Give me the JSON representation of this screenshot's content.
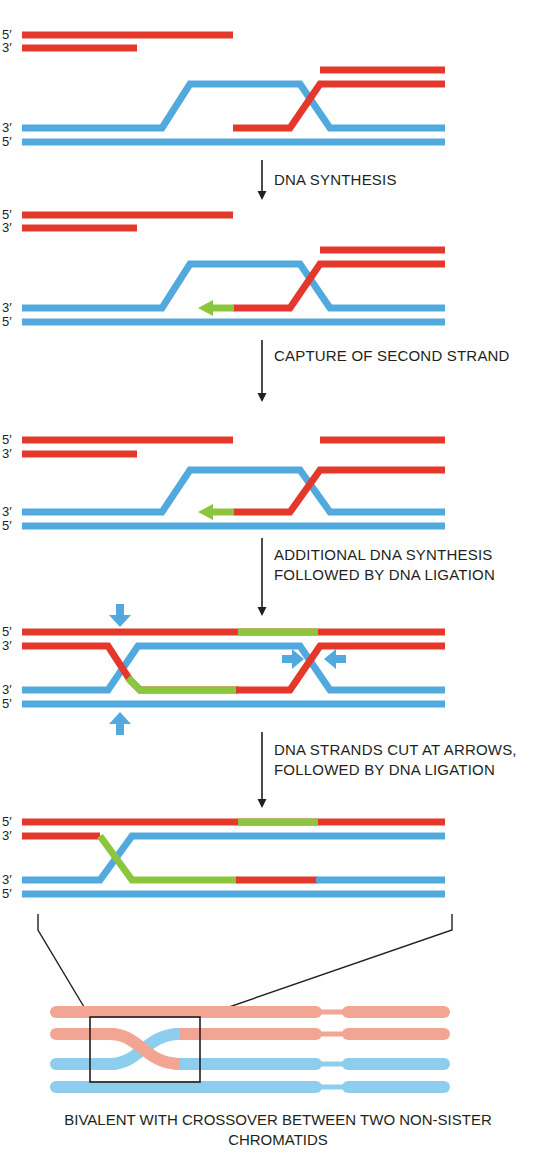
{
  "diagram": {
    "caption": "BIVALENT WITH CROSSOVER BETWEEN TWO NON-SISTER CHROMATIDS",
    "labels": [
      "5′",
      "3′",
      "3′",
      "5′",
      "DNA SYNTHESIS",
      "5′",
      "3′",
      "3′",
      "5′",
      "CAPTURE OF SECOND STRAND",
      "5′",
      "3′",
      "3′",
      "5′",
      "ADDITIONAL DNA SYNTHESIS FOLLOWED BY DNA LIGATION",
      "5′",
      "3′",
      "3′",
      "5′",
      "DNA STRANDS CUT AT ARROWS, FOLLOWED BY DNA LIGATION",
      "5′",
      "3′",
      "3′",
      "5′"
    ]
  }
}
